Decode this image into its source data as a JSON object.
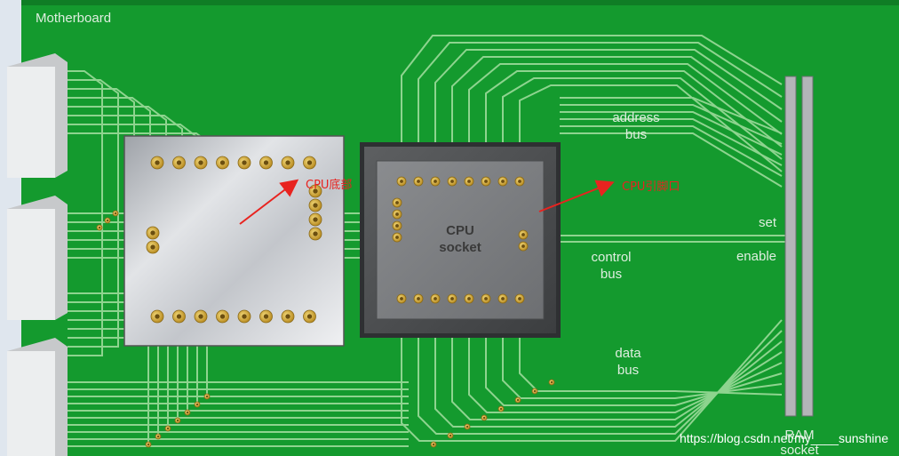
{
  "board": {
    "title": "Motherboard"
  },
  "labels": {
    "address_bus": [
      "address",
      "bus"
    ],
    "control_bus": [
      "control",
      "bus"
    ],
    "data_bus": [
      "data",
      "bus"
    ],
    "set": "set",
    "enable": "enable",
    "ram_socket": [
      "RAM",
      "socket"
    ],
    "cpu_socket": [
      "CPU",
      "socket"
    ]
  },
  "annotations": {
    "cpu_bottom": "CPU底部",
    "cpu_pins": "CPU引脚口"
  },
  "watermark": "https://blog.csdn.net/my____sunshine",
  "colors": {
    "board_green": "#149a2e",
    "trace_green": "#8ed48f",
    "pad_gold": "#c9a23a",
    "annotation_red": "#e8231f"
  }
}
